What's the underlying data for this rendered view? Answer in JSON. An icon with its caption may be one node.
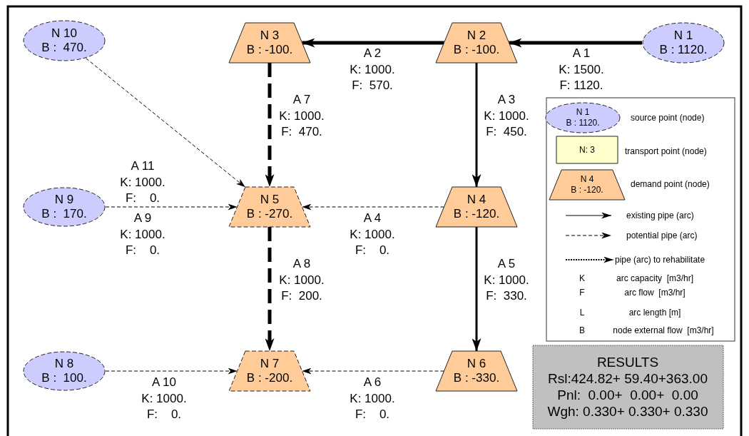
{
  "diagram": {
    "nodes": [
      {
        "text": [
          "N 1",
          "B : 1120."
        ]
      },
      {
        "text": [
          "N 2",
          "B : -100."
        ]
      },
      {
        "text": [
          "N 3",
          "B : -100."
        ]
      },
      {
        "text": [
          "N 10",
          "B :  470."
        ]
      },
      {
        "text": [
          "N 4",
          "B : -120."
        ]
      },
      {
        "text": [
          "N 5",
          "B : -270."
        ]
      },
      {
        "text": [
          "N 9",
          "B :  170."
        ]
      },
      {
        "text": [
          "N 6",
          "B : -330."
        ]
      },
      {
        "text": [
          "N 7",
          "B : -200."
        ]
      },
      {
        "text": [
          "N 8",
          "B :  100."
        ]
      },
      {
        "text": [
          "N 1",
          "B : 1120."
        ]
      },
      {
        "text": [
          "N: 3"
        ]
      },
      {
        "text": [
          "N 4",
          "B : -120."
        ]
      },
      {
        "text": [
          "RESULTS",
          "Rsl:424.82+ 59.40+363.00",
          "Pnl:  0.00+  0.00+  0.00",
          "Wgh: 0.330+ 0.330+ 0.330"
        ]
      }
    ],
    "edges": [
      {
        "from": 0,
        "to": 1,
        "arrow": "to",
        "label": "A 1"
      },
      {
        "from": 1,
        "to": 2,
        "arrow": "to",
        "label": "A 2"
      },
      {
        "from": 1,
        "to": 4,
        "arrow": "to",
        "label": "A 3"
      },
      {
        "from": 2,
        "to": 5,
        "arrow": "to",
        "label": "A 7",
        "style": "dashed"
      },
      {
        "from": 4,
        "to": 5,
        "arrow": "to",
        "label": "A 4",
        "style": "dashed"
      },
      {
        "from": 4,
        "to": 7,
        "arrow": "to",
        "label": "A 5"
      },
      {
        "from": 5,
        "to": 8,
        "arrow": "to",
        "label": "A 8",
        "style": "dashed"
      },
      {
        "from": 7,
        "to": 8,
        "arrow": "to",
        "label": "A 6",
        "style": "dashed"
      },
      {
        "from": 6,
        "to": 5,
        "arrow": "to",
        "label": "A 9",
        "style": "dashed"
      },
      {
        "from": 9,
        "to": 8,
        "arrow": "to",
        "label": "A 10",
        "style": "dashed"
      },
      {
        "from": 3,
        "to": 5,
        "arrow": "to",
        "label": "A 11",
        "style": "dashed"
      }
    ],
    "labels": [
      "K: 1500.",
      "F: 1120.",
      "K: 1000.",
      "F:  570.",
      "K: 1000.",
      "F:  450.",
      "K: 1000.",
      "F:  470.",
      "K: 1000.",
      "F:    0.",
      "K: 1000.",
      "F:  330.",
      "K: 1000.",
      "F:  200.",
      "K: 1000.",
      "F:    0.",
      "K: 1000.",
      "F:    0.",
      "K: 1000.",
      "F:    0.",
      "K: 1000.",
      "F:    0.",
      "K",
      "arc capacity  [m3/hr]",
      "F",
      "arc flow  [m3/hr]",
      "L",
      "arc length [m]",
      "B",
      "node external flow  [m3/hr]"
    ],
    "legend": [
      {
        "text": "source point (node)"
      },
      {
        "text": "transport point (node)"
      },
      {
        "text": "demand point (node)"
      },
      {
        "text": "existing pipe (arc)"
      },
      {
        "text": "potential pipe (arc)"
      },
      {
        "text": "pipe (arc) to rehabilitate"
      }
    ]
  }
}
